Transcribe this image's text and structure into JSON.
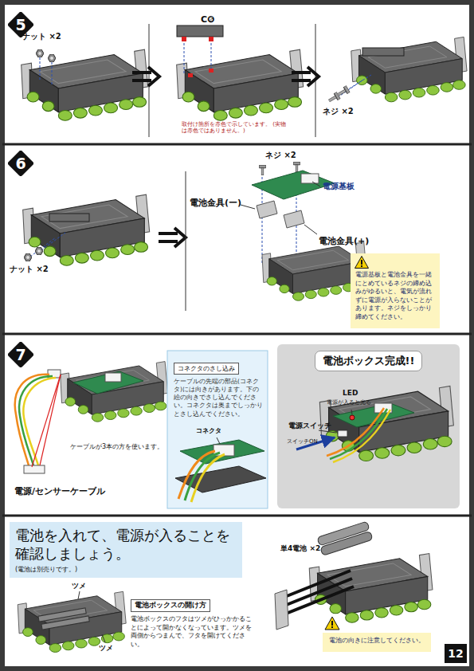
{
  "diagram": {
    "nodes": [
      {
        "text": [
          "5"
        ]
      },
      {
        "text": [
          "6"
        ]
      },
      {
        "text": [
          "電源基板と電池金具を一緒にとめているネジの締め込みがゆるいと、電気が流れずに電源が入らないことがあります。ネジをしっかり締めてください。"
        ]
      },
      {
        "text": [
          "7"
        ]
      },
      {
        "text": [
          "コネクタのさし込み",
          "ケーブルの先端の部品(コネクタ)には向きがあります。下の絵の向きでさし込んでください。コネクタは奥までしっかりとさし込んでください。"
        ]
      },
      {
        "text": [
          "電池ボックス完成!!"
        ]
      },
      {
        "text": [
          "電池を入れて、電源が入ることを確認しましょう。",
          "(電池は別売りです。)"
        ]
      },
      {
        "text": [
          "電池ボックスの開け方",
          "電池ボックスのフタはツメがひっかかることによって開かなくなっています。ツメを両側からつまんで、フタを開けてください。"
        ]
      },
      {
        "text": [
          "電池の向きに注意してください。"
        ]
      },
      {
        "text": [
          "12"
        ]
      }
    ],
    "labels": [
      "ナット ×2",
      "C❻",
      "取付け箇所を赤色で示しています。 (実物は赤色ではありません。)",
      "ネジ ×2",
      "ナット ×2",
      "ネジ ×2",
      "電源基板",
      "電池金具(ー)",
      "電池金具(+)",
      "ケーブルが3本の方を使います。",
      "電源/センサーケーブル",
      "コネクタ",
      "LED",
      "電源が入ると光る",
      "電源スイッチ",
      "スイッチON",
      "ツメ",
      "ツメ",
      "単4電池 ×2"
    ]
  }
}
